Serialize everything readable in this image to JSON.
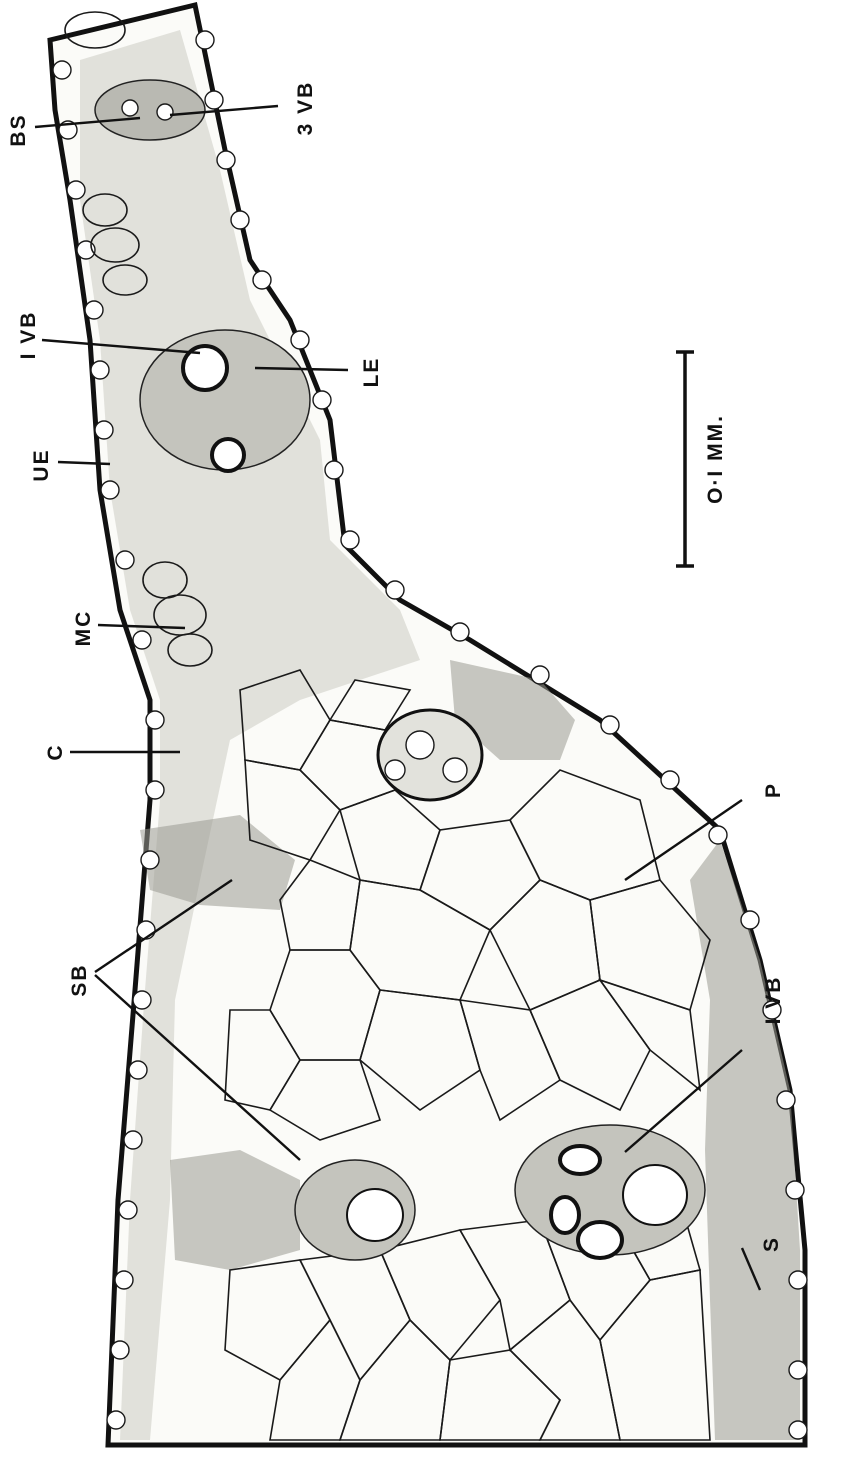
{
  "labels": {
    "bs": "BS",
    "vb3": "3 VB",
    "vb1_top": "I VB",
    "le": "LE",
    "ue": "UE",
    "mc": "MC",
    "c": "C",
    "p": "P",
    "sb": "SB",
    "vb1_bottom": "I VB",
    "s": "S"
  },
  "scale_bar": {
    "label": "O·I MM."
  }
}
